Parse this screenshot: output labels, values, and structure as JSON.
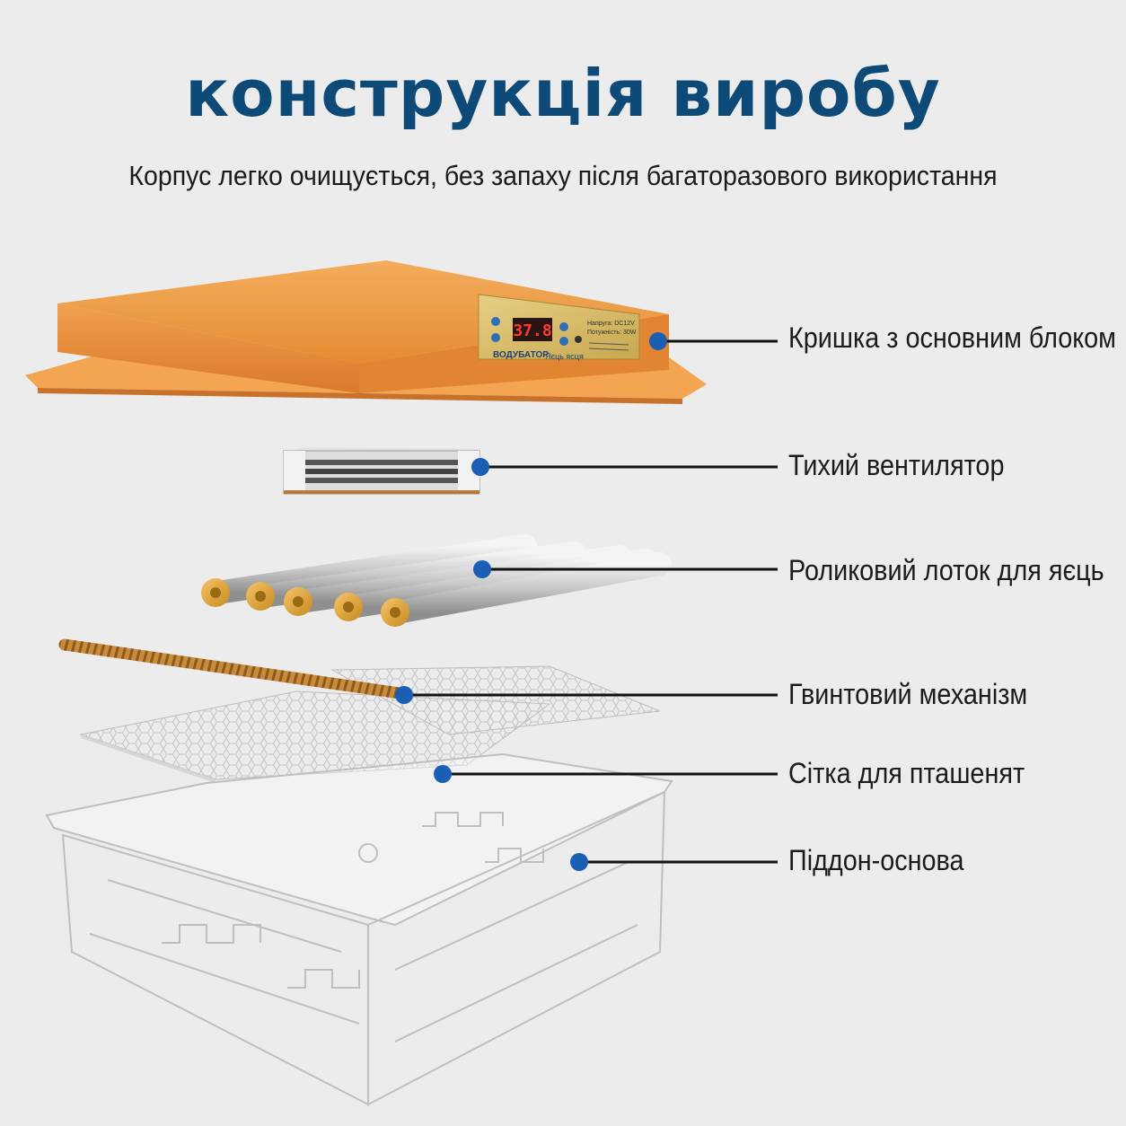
{
  "title": "конструкція виробу",
  "subtitle": "Корпус легко очищується, без запаху після багаторазового використання",
  "lid_panel": {
    "display_value": "37.8",
    "brand_text": "ВОДУБАТОР",
    "side_text": "Яєць ясця",
    "spec_line1": "Напруга: DC12V",
    "spec_line2": "Потужність: 30W"
  },
  "parts": [
    {
      "id": "lid",
      "label": "Кришка з основним блоком"
    },
    {
      "id": "fan",
      "label": "Тихий вентилятор"
    },
    {
      "id": "rollers",
      "label": "Роликовий лоток для яєць"
    },
    {
      "id": "screw",
      "label": "Гвинтовий механізм"
    },
    {
      "id": "mesh",
      "label": "Сітка для пташенят"
    },
    {
      "id": "base",
      "label": "Піддон-основа"
    }
  ],
  "colors": {
    "title": "#0e4a78",
    "marker": "#1a5fb4",
    "lid": "#e8963f",
    "background": "#ececec"
  }
}
